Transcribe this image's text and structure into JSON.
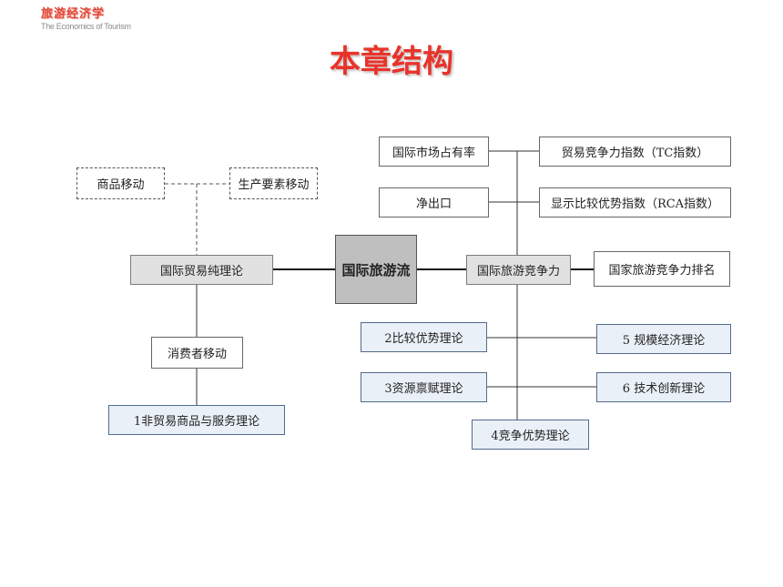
{
  "header": {
    "logo_cn": "旅游经济学",
    "logo_en": "The Economics of Tourism",
    "title": "本章结构"
  },
  "diagram": {
    "center": "国际旅游流",
    "pure_trade_theory": "国际贸易纯理论",
    "goods_movement": "商品移动",
    "factor_movement": "生产要素移动",
    "consumer_movement": "消费者移动",
    "non_trade_theory": "1非贸易商品与服务理论",
    "competitiveness": "国际旅游竞争力",
    "market_share": "国际市场占有率",
    "net_export": "净出口",
    "tc_index": "贸易竞争力指数（TC指数）",
    "rca_index": "显示比较优势指数（RCA指数）",
    "national_ranking": "国家旅游竞争力排名",
    "comparative_advantage": "2比较优势理论",
    "resource_endowment": "3资源禀赋理论",
    "competitive_advantage": "4竞争优势理论",
    "scale_economy": "5 规模经济理论",
    "tech_innovation": "6 技术创新理论"
  }
}
